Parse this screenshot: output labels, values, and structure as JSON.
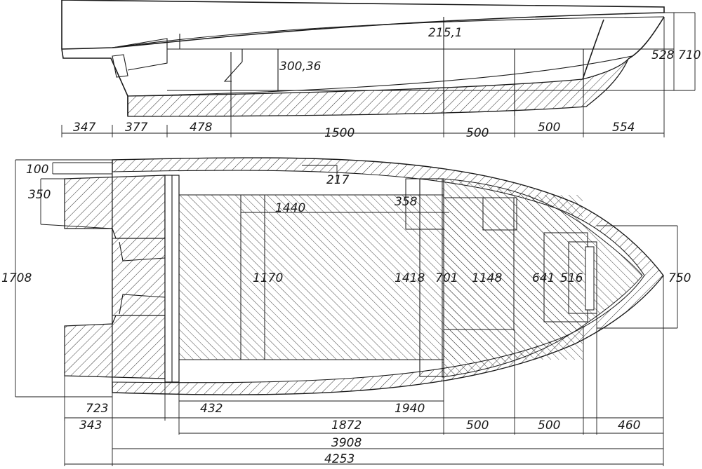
{
  "side_view": {
    "dims": {
      "d215": "215,1",
      "d300": "300,36",
      "d528": "528",
      "d710": "710",
      "d347": "347",
      "d377": "377",
      "d478": "478",
      "d1500": "1500",
      "d500a": "500",
      "d500b": "500",
      "d554": "554"
    }
  },
  "plan_view": {
    "dims": {
      "d100": "100",
      "d350": "350",
      "d217": "217",
      "d1440": "1440",
      "d358": "358",
      "d1708": "1708",
      "d1170": "1170",
      "d1418": "1418",
      "d701": "701",
      "d1148": "1148",
      "d641": "641",
      "d516": "516",
      "d750": "750",
      "d723": "723",
      "d432": "432",
      "d1940": "1940",
      "d343": "343",
      "d1872": "1872",
      "d500a": "500",
      "d500b": "500",
      "d460": "460",
      "d3908": "3908",
      "d4253": "4253"
    }
  }
}
